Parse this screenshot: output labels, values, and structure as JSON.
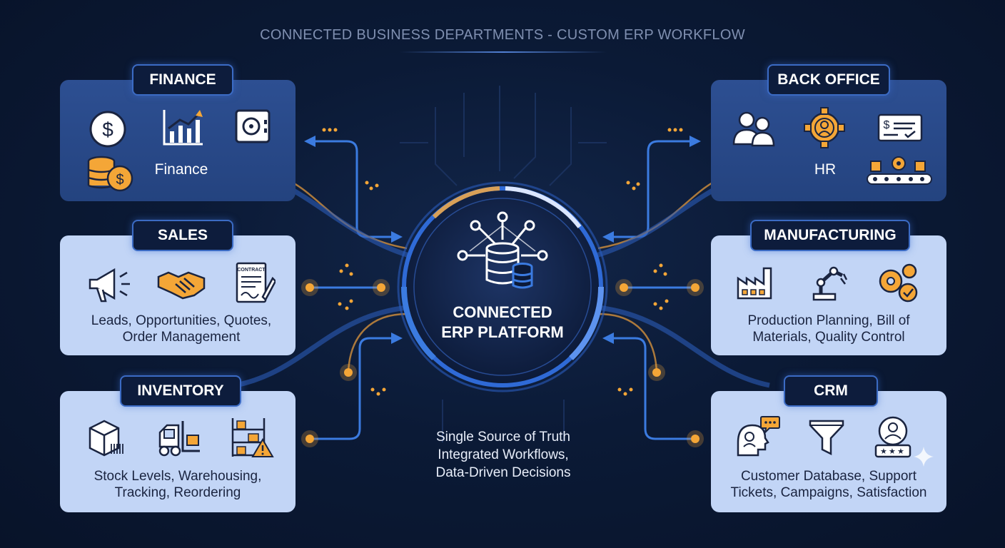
{
  "title": "CONNECTED BUSINESS DEPARTMENTS - CUSTOM ERP WORKFLOW",
  "hub": {
    "label_line1": "CONNECTED",
    "label_line2": "ERP PLATFORM",
    "icon": "database-network-icon"
  },
  "tagline": {
    "line1": "Single Source of Truth",
    "line2": "Integrated Workflows,",
    "line3": "Data-Driven Decisions"
  },
  "departments": {
    "finance": {
      "header": "FINANCE",
      "text": "Finance",
      "icons": [
        "dollar-coin-icon",
        "growth-chart-icon",
        "safe-icon",
        "coin-stack-icon"
      ]
    },
    "back_office": {
      "header": "BACK OFFICE",
      "text": "HR",
      "icons": [
        "people-icon",
        "gear-person-icon",
        "check-invoice-icon",
        "conveyor-icon"
      ]
    },
    "sales": {
      "header": "SALES",
      "line1": "Leads, Opportunities, Quotes,",
      "line2": "Order Management",
      "contract_label": "CONTRACT",
      "icons": [
        "megaphone-icon",
        "handshake-icon",
        "contract-icon"
      ]
    },
    "manufacturing": {
      "header": "MANUFACTURING",
      "line1": "Production Planning, Bill of",
      "line2": "Materials, Quality Control",
      "icons": [
        "factory-icon",
        "robot-arm-icon",
        "gears-check-icon"
      ]
    },
    "inventory": {
      "header": "INVENTORY",
      "line1": "Stock Levels, Warehousing,",
      "line2": "Tracking, Reordering",
      "icons": [
        "package-barcode-icon",
        "forklift-icon",
        "shelves-warning-icon"
      ]
    },
    "crm": {
      "header": "CRM",
      "line1": "Customer Database, Support",
      "line2": "Tickets, Campaigns, Satisfaction",
      "icons": [
        "customer-speech-icon",
        "funnel-icon",
        "rating-badge-icon"
      ]
    }
  },
  "colors": {
    "background": "#0b1a36",
    "accent_blue": "#3b7be0",
    "accent_orange": "#f4a637",
    "card_dark": "#2d4f92",
    "card_light": "#c2d5f6"
  }
}
